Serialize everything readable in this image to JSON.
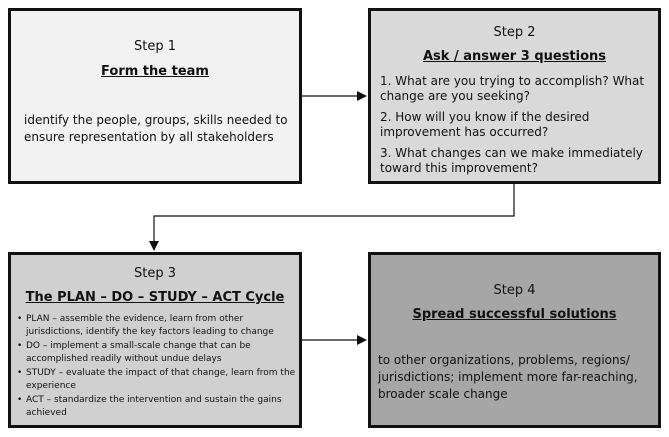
{
  "colors": {
    "step1_fill": "#f2f2f2",
    "step2_fill": "#d9d9d9",
    "step3_fill": "#d0d0d0",
    "step4_fill": "#a6a6a6",
    "border": "#111111"
  },
  "steps": [
    {
      "label": "Step 1",
      "heading": "Form the team",
      "body": "identify the people, groups, skills needed to ensure representation by all stakeholders"
    },
    {
      "label": "Step 2",
      "heading": "Ask / answer 3 questions",
      "items": [
        "1.  What are you trying to accomplish?  What change are you seeking?",
        "2.  How will you know if the desired improvement has occurred?",
        "3.  What changes can we make immediately toward this improvement?"
      ]
    },
    {
      "label": "Step 3",
      "heading": "The PLAN – DO – STUDY – ACT Cycle",
      "items": [
        "PLAN – assemble the evidence, learn from other jurisdictions, identify the key factors leading to change",
        "DO – implement a small-scale change that can be accomplished readily without undue delays",
        "STUDY –  evaluate the impact of that change, learn from the experience",
        "ACT – standardize the intervention and sustain the gains achieved"
      ]
    },
    {
      "label": "Step 4",
      "heading": "Spread successful solutions",
      "body": "to other organizations, problems, regions/ jurisdictions;  implement more far-reaching, broader scale change"
    }
  ]
}
